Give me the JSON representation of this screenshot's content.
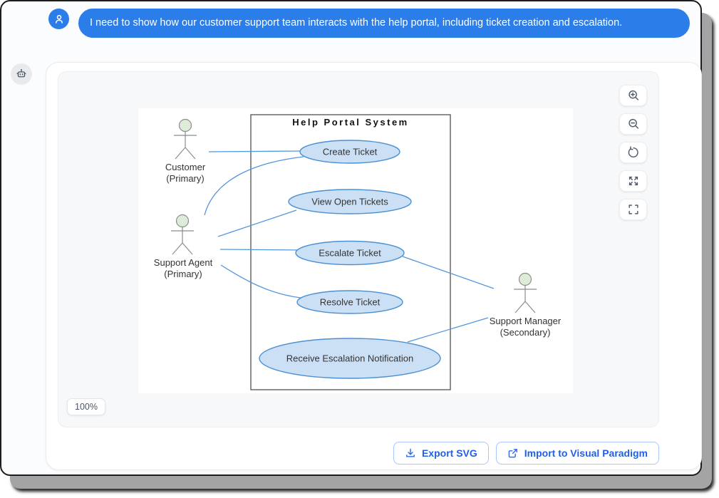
{
  "chat": {
    "user_message": "I need to show how our customer support team interacts with the help portal, including ticket creation and escalation.",
    "bubble_color": "#2b7de9"
  },
  "icons": {
    "user_avatar": "person-icon",
    "bot_avatar": "robot-icon",
    "zoom_in": "magnifier-plus-icon",
    "zoom_out": "magnifier-minus-icon",
    "reset_view": "rotate-ccw-icon",
    "expand": "arrows-out-icon",
    "fullscreen": "corner-brackets-icon",
    "export": "download-icon",
    "import": "external-link-icon"
  },
  "viewer": {
    "zoom_level": "100%"
  },
  "actions": {
    "export_label": "Export SVG",
    "import_label": "Import to Visual Paradigm",
    "accent_color": "#2160e4"
  },
  "diagram": {
    "type": "uml-use-case",
    "system_title": "Help Portal System",
    "actors": [
      {
        "name": "Customer",
        "stereotype": "(Primary)"
      },
      {
        "name": "Support Agent",
        "stereotype": "(Primary)"
      },
      {
        "name": "Support Manager",
        "stereotype": "(Secondary)"
      }
    ],
    "use_cases": [
      "Create Ticket",
      "View Open Tickets",
      "Escalate Ticket",
      "Resolve Ticket",
      "Receive Escalation Notification"
    ],
    "associations": [
      {
        "from": "Customer",
        "to": "Create Ticket"
      },
      {
        "from": "Support Agent",
        "to": "Create Ticket"
      },
      {
        "from": "Support Agent",
        "to": "View Open Tickets"
      },
      {
        "from": "Support Agent",
        "to": "Escalate Ticket"
      },
      {
        "from": "Support Agent",
        "to": "Resolve Ticket"
      },
      {
        "from": "Escalate Ticket",
        "to": "Support Manager"
      },
      {
        "from": "Support Manager",
        "to": "Receive Escalation Notification"
      }
    ],
    "colors": {
      "use_case_fill": "#cce0f5",
      "use_case_stroke": "#4a90d2",
      "association": "#5496dd",
      "actor_head_fill": "#dcecd8",
      "actor_stroke": "#8c8c8c"
    }
  }
}
